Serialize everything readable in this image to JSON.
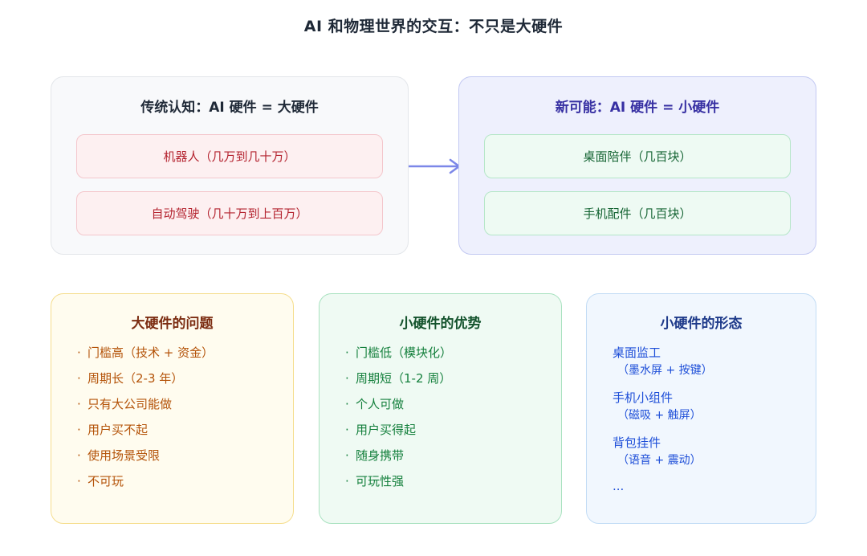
{
  "title": "AI 和物理世界的交互：不只是大硬件",
  "traditional": {
    "heading": "传统认知：AI 硬件 = 大硬件",
    "items": [
      "机器人（几万到几十万）",
      "自动驾驶（几十万到上百万）"
    ]
  },
  "new_possibility": {
    "heading": "新可能：AI 硬件 = 小硬件",
    "items": [
      "桌面陪伴（几百块）",
      "手机配件（几百块）"
    ]
  },
  "problems": {
    "heading": "大硬件的问题",
    "bullet": "·",
    "items": [
      "门槛高（技术 + 资金）",
      "周期长（2-3 年）",
      "只有大公司能做",
      "用户买不起",
      "使用场景受限",
      "不可玩"
    ]
  },
  "advantages": {
    "heading": "小硬件的优势",
    "bullet": "·",
    "items": [
      "门槛低（模块化）",
      "周期短（1-2 周）",
      "个人可做",
      "用户买得起",
      "随身携带",
      "可玩性强"
    ]
  },
  "forms": {
    "heading": "小硬件的形态",
    "items": [
      {
        "name": "桌面监工",
        "detail": "（墨水屏 + 按键）"
      },
      {
        "name": "手机小组件",
        "detail": "（磁吸 + 触屏）"
      },
      {
        "name": "背包挂件",
        "detail": "（语音 + 震动）"
      }
    ],
    "more": "..."
  },
  "colors": {
    "arrow": "#7c87e8",
    "red_text": "#b4232f",
    "green_text": "#166534",
    "indigo_heading": "#3730a3"
  },
  "icons": {
    "arrow": "arrow-right-icon"
  }
}
